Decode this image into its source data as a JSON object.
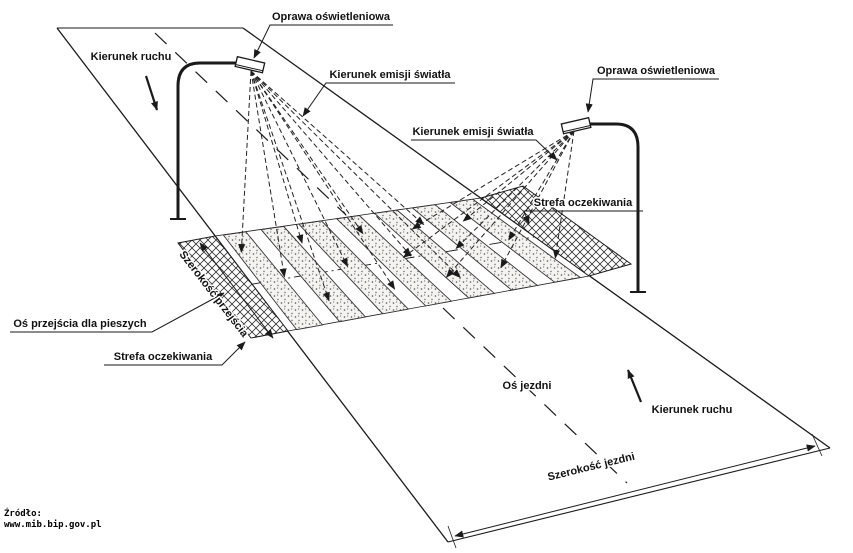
{
  "figure": {
    "background": "#ffffff",
    "line_color": "#1a1a1a",
    "description": "Perspective technical diagram of pedestrian crossing illumination with two luminaires"
  },
  "labels": {
    "luminaire_top": "Oprawa oświetleniowa",
    "luminaire_right": "Oprawa oświetleniowa",
    "light_emission_left": "Kierunek emisji światła",
    "light_emission_right": "Kierunek emisji światła",
    "traffic_direction_top": "Kierunek ruchu",
    "traffic_direction_bottom": "Kierunek ruchu",
    "waiting_zone_right": "Strefa oczekiwania",
    "waiting_zone_left": "Strefa oczekiwania",
    "crossing_axis": "Oś przejścia dla pieszych",
    "crossing_width": "Szerokość przejścia",
    "road_axis": "Oś jezdni",
    "road_width": "Szerokość jezdni"
  },
  "source": {
    "label": "Źródło:",
    "url": "www.mib.bip.gov.pl"
  }
}
